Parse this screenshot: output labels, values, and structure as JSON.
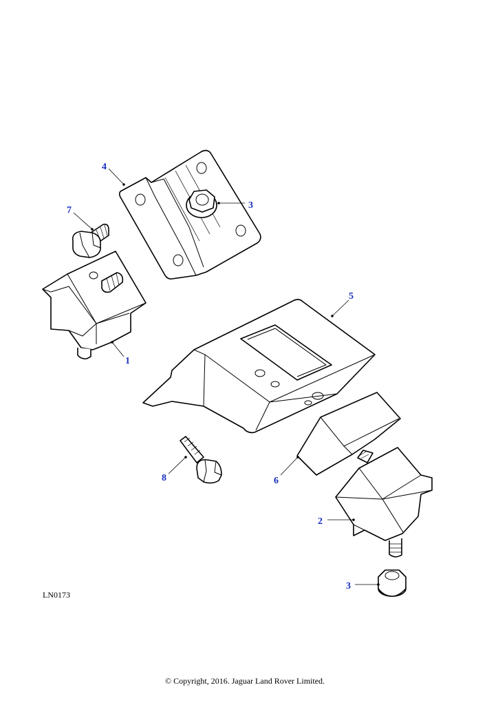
{
  "diagram": {
    "reference": "LN0173",
    "copyright": "© Copyright, 2016. Jaguar Land Rover Limited.",
    "callouts": {
      "c1": "1",
      "c2": "2",
      "c3a": "3",
      "c3b": "3",
      "c4": "4",
      "c5": "5",
      "c6": "6",
      "c7": "7",
      "c8": "8"
    },
    "colors": {
      "callout": "#1a2fbf",
      "line": "#000000"
    }
  }
}
